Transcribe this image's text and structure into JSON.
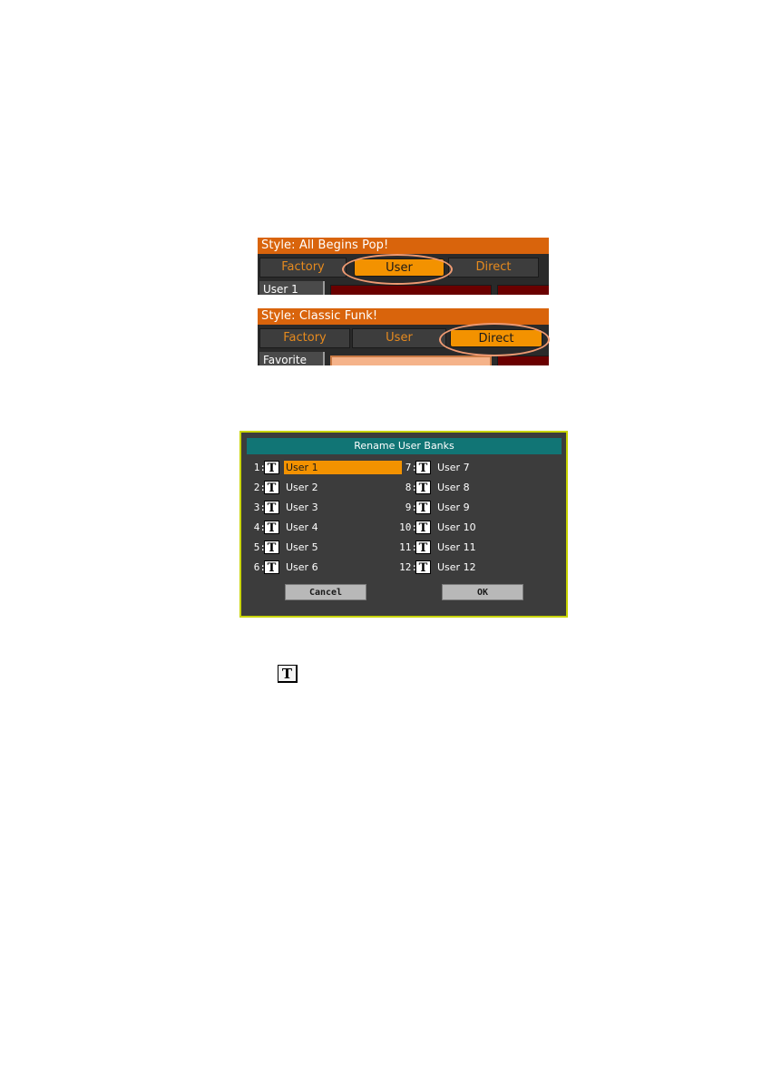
{
  "panels": [
    {
      "title": "Style: All Begins Pop!",
      "tabs": [
        "Factory",
        "User",
        "Direct"
      ],
      "active_tab": "User",
      "bank_label": "User 1"
    },
    {
      "title": "Style: Classic Funk!",
      "tabs": [
        "Factory",
        "User",
        "Direct"
      ],
      "active_tab": "Direct",
      "bank_label": "Favorite"
    }
  ],
  "dialog": {
    "title": "Rename User Banks",
    "banks": [
      {
        "num": "1:",
        "name": "User 1"
      },
      {
        "num": "2:",
        "name": "User 2"
      },
      {
        "num": "3:",
        "name": "User 3"
      },
      {
        "num": "4:",
        "name": "User 4"
      },
      {
        "num": "5:",
        "name": "User 5"
      },
      {
        "num": "6:",
        "name": "User 6"
      },
      {
        "num": "7:",
        "name": "User 7"
      },
      {
        "num": "8:",
        "name": "User 8"
      },
      {
        "num": "9:",
        "name": "User 9"
      },
      {
        "num": "10:",
        "name": "User 10"
      },
      {
        "num": "11:",
        "name": "User 11"
      },
      {
        "num": "12:",
        "name": "User 12"
      }
    ],
    "selected_bank": "User 1",
    "cancel_label": "Cancel",
    "ok_label": "OK",
    "text_icon_glyph": "T"
  },
  "icons": {
    "text_edit": "text-edit-icon",
    "glyph": "T"
  },
  "colors": {
    "accent_orange": "#f39200",
    "title_bar_orange": "#d9640c",
    "dialog_title_teal": "#117575",
    "dialog_border": "#c8d400",
    "ring": "#ef9a72"
  }
}
